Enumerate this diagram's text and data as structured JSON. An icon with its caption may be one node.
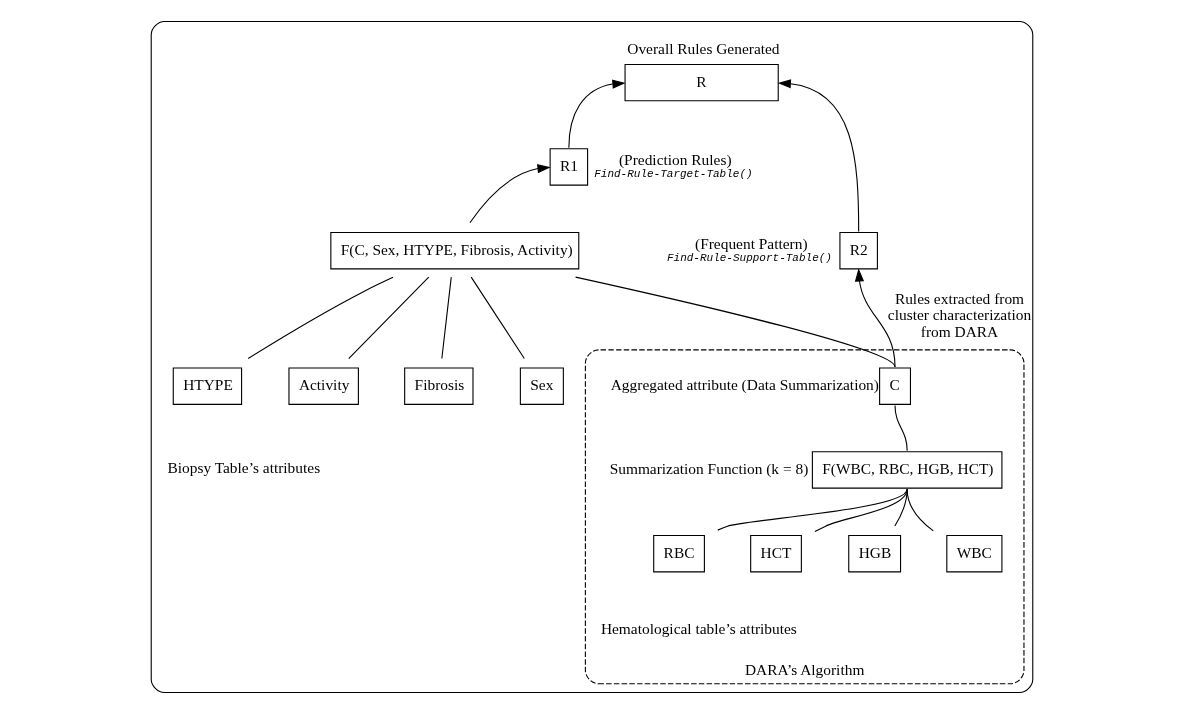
{
  "diagram": {
    "nodes": [
      {
        "text": [],
        "shape": "box"
      },
      {
        "text": [
          "R"
        ],
        "in": 0,
        "beside": [
          "Overall Rules Generated"
        ]
      },
      {
        "text": [
          "R2"
        ],
        "in": 0,
        "beside": [
          "(Frequent Pattern)",
          "Find-Rule-Support-Table()"
        ]
      },
      {
        "text": [
          "R1"
        ],
        "in": 0,
        "beside": [
          "(Prediction Rules)",
          "Find-Rule-Target-Table()"
        ]
      },
      {
        "text": [
          "F(C, Sex, HTYPE, Fibrosis, Activity)"
        ],
        "in": 0
      },
      {
        "text": [
          "DARA’s Algorithm"
        ],
        "in": 0
      },
      {
        "text": [
          "C"
        ],
        "in": 5,
        "beside": [
          "Aggregated attribute (Data Summarization)"
        ]
      },
      {
        "text": [
          "F(WBC, RBC, HGB, HCT)"
        ],
        "in": 5,
        "beside": [
          "Summarization Function (k = 8)"
        ]
      },
      {
        "text": [
          "WBC"
        ],
        "in": 5
      },
      {
        "text": [
          "RBC"
        ],
        "in": 5
      },
      {
        "text": [
          "HGB"
        ],
        "in": 5
      },
      {
        "text": [
          "HCT"
        ],
        "in": 5
      },
      {
        "text": [
          "Sex"
        ],
        "in": 0
      },
      {
        "text": [
          "HTYPE"
        ],
        "in": 0
      },
      {
        "text": [
          "Fibrosis"
        ],
        "in": 0
      },
      {
        "text": [
          "Activity"
        ],
        "in": 0
      }
    ],
    "edges": [
      {
        "from": 2,
        "to": 1,
        "arrow": "to"
      },
      {
        "from": 3,
        "to": 1,
        "arrow": "to"
      },
      {
        "from": 6,
        "to": 2,
        "arrow": "to",
        "label": "Rules extracted from cluster characterization from DARA"
      },
      {
        "from": 4,
        "to": 3,
        "arrow": "to"
      },
      {
        "from": 6,
        "to": 4,
        "arrow": "none"
      },
      {
        "from": 12,
        "to": 4,
        "arrow": "none"
      },
      {
        "from": 13,
        "to": 4,
        "arrow": "none"
      },
      {
        "from": 14,
        "to": 4,
        "arrow": "none"
      },
      {
        "from": 15,
        "to": 4,
        "arrow": "none"
      },
      {
        "from": 7,
        "to": 6,
        "arrow": "none"
      },
      {
        "from": 8,
        "to": 7,
        "arrow": "none"
      },
      {
        "from": 9,
        "to": 7,
        "arrow": "none"
      },
      {
        "from": 10,
        "to": 7,
        "arrow": "none"
      },
      {
        "from": 11,
        "to": 7,
        "arrow": "none"
      }
    ],
    "labels": [
      "Hematological table’s attributes",
      "Biopsy Table’s attributes"
    ]
  }
}
